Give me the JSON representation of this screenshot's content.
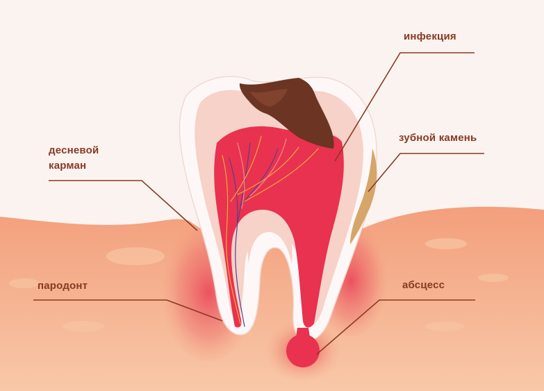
{
  "labels": {
    "infection": "инфекция",
    "calculus": "зубной камень",
    "gum_pocket_line1": "десневой",
    "gum_pocket_line2": "карман",
    "periodontium": "пародонт",
    "abscess": "абсцесс"
  },
  "colors": {
    "background": "#fbf3f0",
    "gum": "#f4a27f",
    "gum_light": "#f8c3a1",
    "enamel": "#fdf8f7",
    "dentin": "#f6d2c8",
    "pulp": "#e8324f",
    "caries": "#6b3423",
    "tartar": "#d6a56a",
    "label_text": "#873a23",
    "leader_line": "#873a23"
  }
}
